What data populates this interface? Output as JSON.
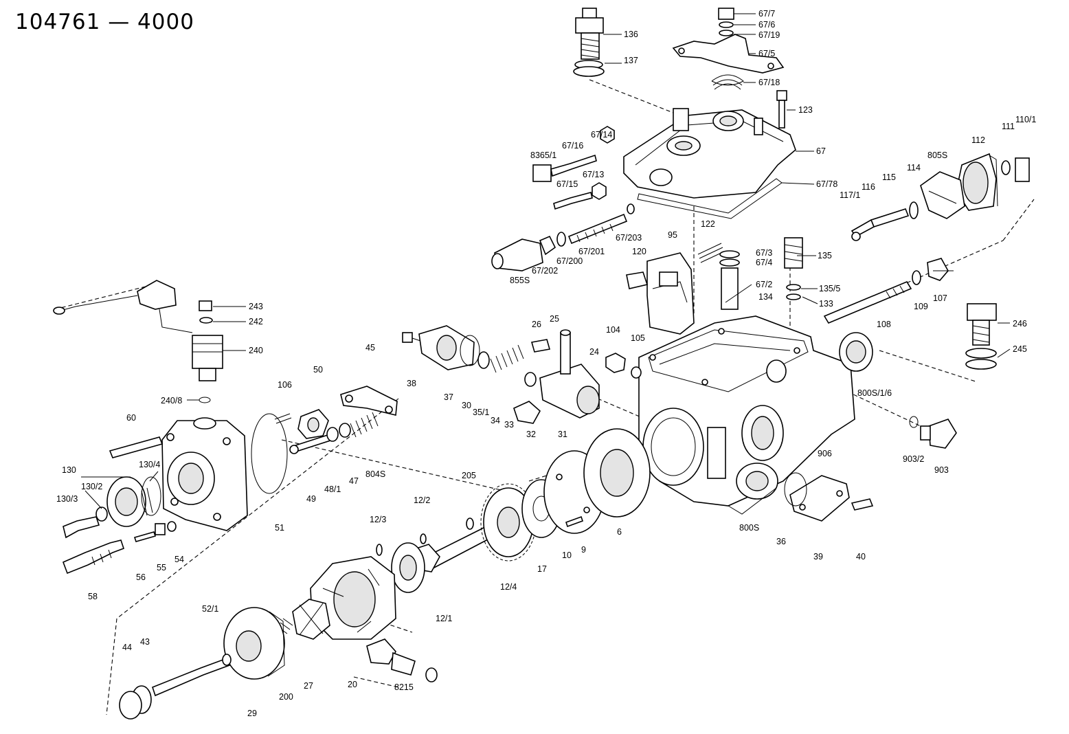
{
  "title": "104761 — 4000",
  "labels": [
    "67/7",
    "67/6",
    "67/19",
    "67/5",
    "67/18",
    "136",
    "137",
    "123",
    "67",
    "67/14",
    "67/16",
    "8365/1",
    "67/13",
    "67/15",
    "67/78",
    "110/1",
    "111",
    "112",
    "805S",
    "114",
    "115",
    "116",
    "117/1",
    "122",
    "67/203",
    "67/201",
    "67/200",
    "67/202",
    "855S",
    "95",
    "120",
    "67/3",
    "67/4",
    "67/2",
    "135",
    "135/5",
    "134",
    "133",
    "107",
    "109",
    "108",
    "246",
    "245",
    "243",
    "242",
    "240",
    "240/8",
    "106",
    "50",
    "45",
    "60",
    "130",
    "130/2",
    "130/4",
    "130/3",
    "49",
    "48/1",
    "47",
    "804S",
    "51",
    "56",
    "55",
    "54",
    "58",
    "26",
    "25",
    "24",
    "38",
    "37",
    "30",
    "35/1",
    "34",
    "33",
    "32",
    "31",
    "104",
    "105",
    "800S/1/6",
    "906",
    "903/2",
    "903",
    "205",
    "12/2",
    "12/3",
    "12/4",
    "17",
    "10",
    "9",
    "6",
    "800S",
    "36",
    "39",
    "40",
    "12/1",
    "52/1",
    "44",
    "43",
    "29",
    "200",
    "27",
    "20",
    "8215"
  ]
}
